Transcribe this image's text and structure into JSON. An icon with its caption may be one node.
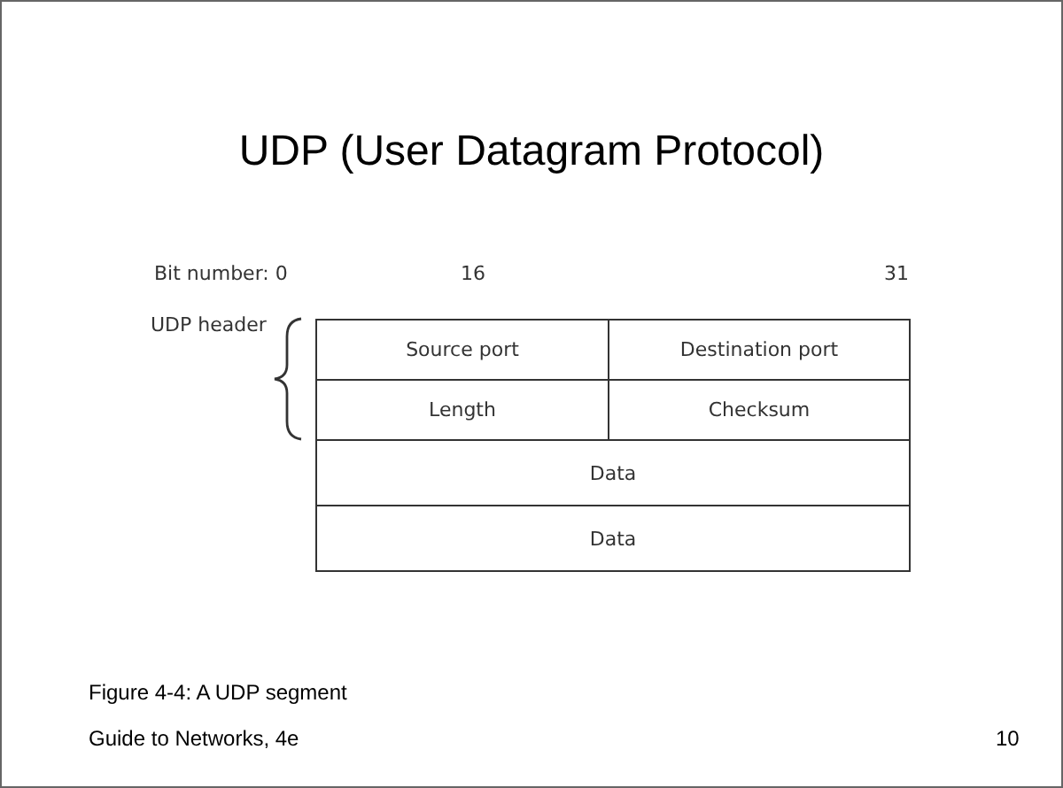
{
  "diagram": {
    "title": "UDP (User Datagram Protocol)",
    "caption": "Figure 4-4: A UDP segment",
    "nodes": [
      {
        "text": [
          "Source port"
        ]
      },
      {
        "text": [
          "Destination port"
        ]
      },
      {
        "text": [
          "Length"
        ]
      },
      {
        "text": [
          "Checksum"
        ]
      },
      {
        "text": [
          "Data"
        ]
      },
      {
        "text": [
          "Data"
        ]
      }
    ],
    "labels": [
      "Bit number: 0",
      "16",
      "31",
      "UDP header",
      "Guide to Networks, 4e",
      "10"
    ]
  }
}
